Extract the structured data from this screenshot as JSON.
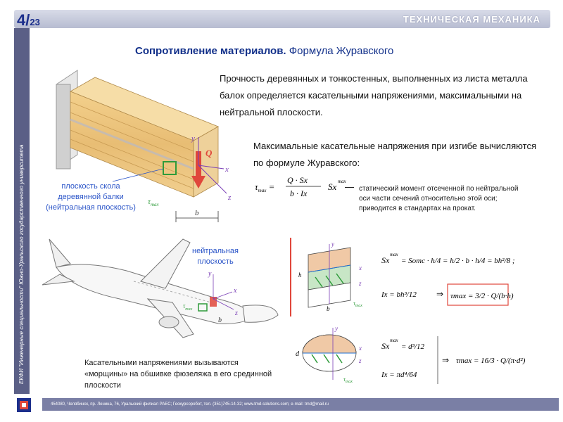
{
  "header": {
    "page_current": "4/",
    "page_total": "23",
    "course": "ТЕХНИЧЕСКАЯ МЕХАНИКА"
  },
  "title": {
    "bold": "Сопротивление материалов.",
    "rest": "Формула Журавского"
  },
  "paragraphs": {
    "p1": "Прочность деревянных и тонкостенных, выполненных из листа металла балок определяется касательными напряжениями, максимальными на нейтральной плоскости.",
    "p2": "Максимальные касательные напряжения при изгибе вычисляются по формуле Журавского:",
    "p3": "Касательными напряжениями вызываются «морщины» на обшивке фюзеляжа в его срединной плоскости"
  },
  "captions": {
    "beam": "плоскость скола деревянной балки (нейтральная плоскость)",
    "plane": "нейтральная плоскость"
  },
  "formula_main": {
    "lhs": "τmax =",
    "num": "Q · Sx",
    "den": "b · Ix",
    "sx": "Sx",
    "sup": "max",
    "dash": "—"
  },
  "explanation": "статический момент отсеченной по нейтральной оси части сечений относительно этой оси; приводится в стандартах на прокат.",
  "labels": {
    "y": "y",
    "x": "x",
    "z": "z",
    "Q": "Q",
    "b": "b",
    "h": "h",
    "d": "d",
    "tau": "τmax"
  },
  "formula_rect": {
    "s": "Sx",
    "sup": "max",
    "eq1": "= Sотс · h/4 = h/2 · b · h/4 = bh²/8 ;",
    "ix": "Ix = bh³/12",
    "result": "τmax = 3/2 · Q/(b·h)"
  },
  "formula_circ": {
    "s": "Sx",
    "sup": "max",
    "eq": "= d³/12",
    "ix": "Ix = πd⁴/64",
    "result": "τmax = 16/3 · Q/(π·d²)"
  },
  "footer": {
    "text": "454080, Челябинск, пр. Ленина, 76, Уральский филиал РАЕС; Геокурсоробот, тел. (351)745-14-32; www.tmd-solutions.com; e-mail: tmd@mail.ru"
  },
  "vertical_strip": "ЕКФИ \"Инженерные специальности\" Южно-Уральского государственного университета",
  "colors": {
    "title": "#12308a",
    "caption": "#2a54c8",
    "accent_red": "#e0473b",
    "wood": "#e8c27a",
    "header": "#b7bcd1",
    "strip": "#5a5f86"
  }
}
